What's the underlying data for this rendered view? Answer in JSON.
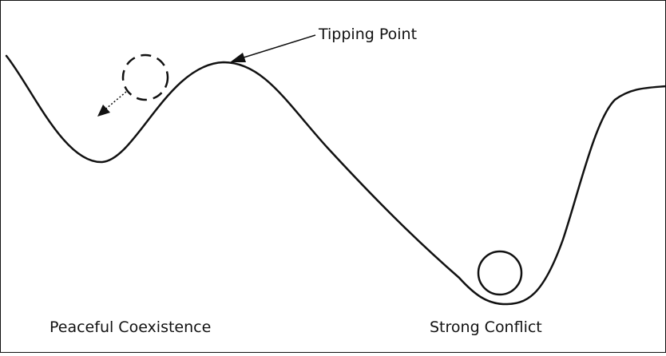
{
  "diagram": {
    "labels": {
      "tipping_point": "Tipping Point",
      "peaceful_coexistence": "Peaceful Coexistence",
      "strong_conflict": "Strong Conflict"
    },
    "colors": {
      "stroke": "#111111",
      "background": "#ffffff"
    }
  }
}
